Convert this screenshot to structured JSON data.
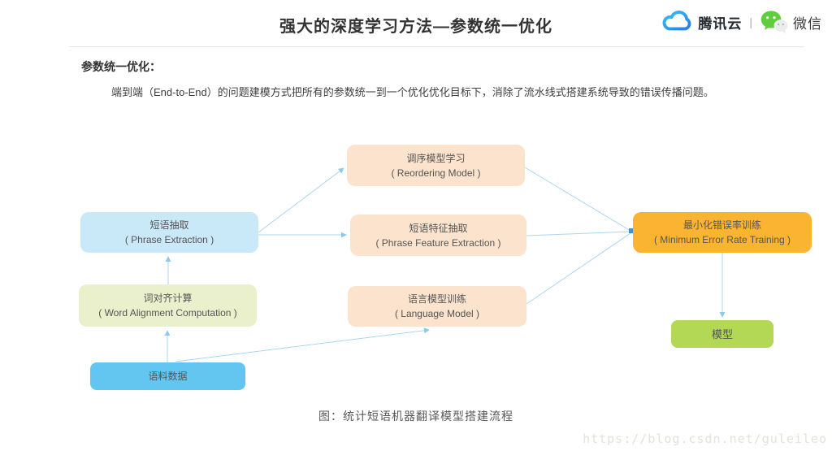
{
  "header": {
    "title": "强大的深度学习方法—参数统一优化",
    "brand": {
      "tencent_cloud_label": "腾讯云",
      "separator": "|",
      "wechat_label": "微信"
    }
  },
  "section": {
    "heading": "参数统一优化：",
    "paragraph": "端到端（End-to-End）的问题建模方式把所有的参数统一到一个优化优化目标下，消除了流水线式搭建系统导致的错误传播问题。"
  },
  "diagram": {
    "edge_color": "#a9d6ef",
    "arrow_color": "#8fc9e9",
    "junction_color": "#3f93cf",
    "nodes": {
      "reorder": {
        "zh": "调序模型学习",
        "en": "( Reordering Model )",
        "color": "#fbe3cd"
      },
      "phrase_extract": {
        "zh": "短语抽取",
        "en": "( Phrase Extraction )",
        "color": "#c9e8f8"
      },
      "phrase_feature": {
        "zh": "短语特征抽取",
        "en": "( Phrase Feature Extraction )",
        "color": "#fbe3cd"
      },
      "mert": {
        "zh": "最小化错误率训练",
        "en": "( Minimum Error Rate Training )",
        "color": "#fbb431"
      },
      "word_align": {
        "zh": "词对齐计算",
        "en": "( Word Alignment Computation )",
        "color": "#eaf0cc"
      },
      "lang_model": {
        "zh": "语言模型训练",
        "en": "( Language Model )",
        "color": "#fbe3cd"
      },
      "corpus": {
        "zh": "语料数据",
        "en": "",
        "color": "#63c6f0"
      },
      "model": {
        "zh": "模型",
        "en": "",
        "color": "#b2d855"
      }
    },
    "edges": [
      {
        "from": "corpus",
        "to": "word_align"
      },
      {
        "from": "word_align",
        "to": "phrase_extract"
      },
      {
        "from": "corpus",
        "to": "lang_model"
      },
      {
        "from": "phrase_extract",
        "to": "reorder"
      },
      {
        "from": "phrase_extract",
        "to": "phrase_feature"
      },
      {
        "from": "reorder",
        "to": "mert"
      },
      {
        "from": "phrase_feature",
        "to": "mert"
      },
      {
        "from": "lang_model",
        "to": "mert"
      },
      {
        "from": "mert",
        "to": "model"
      }
    ],
    "caption": "图：统计短语机器翻译模型搭建流程"
  },
  "watermark": "https://blog.csdn.net/guleileo"
}
